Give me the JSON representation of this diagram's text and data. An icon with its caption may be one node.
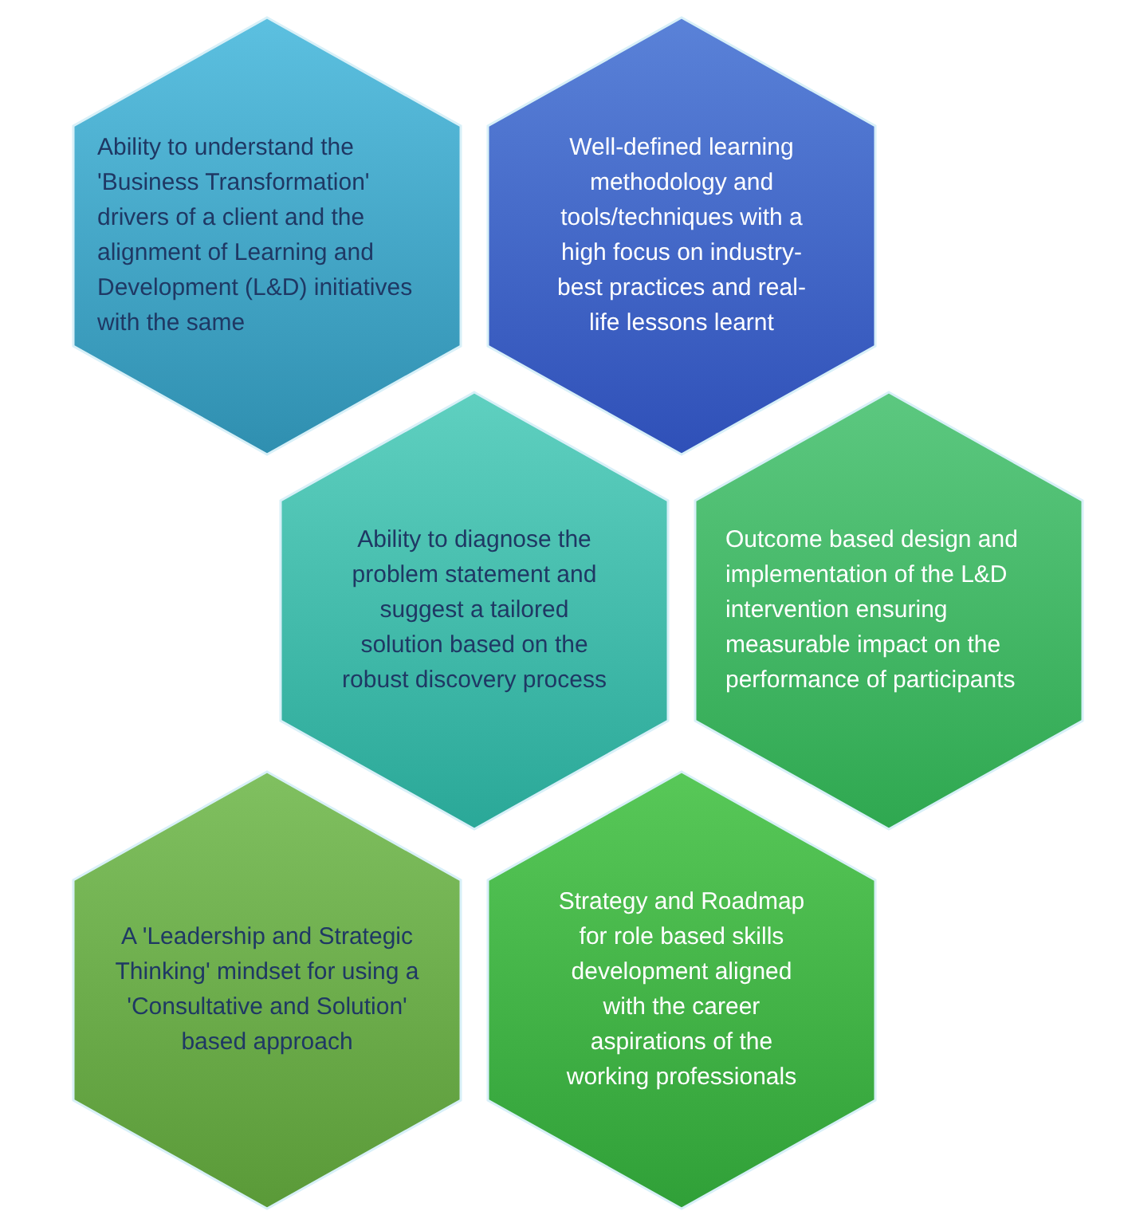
{
  "diagram": {
    "nodes": [
      {
        "text": [
          "Ability to understand the 'Business Transformation' drivers of a client and the alignment of Learning and Development (L&D) initiatives with the same"
        ]
      },
      {
        "text": [
          "Well-defined learning methodology and tools/techniques with a high focus on industry-best practices and real-life lessons learnt"
        ]
      },
      {
        "text": [
          "Ability to diagnose the problem statement and suggest a tailored solution based on the robust discovery process"
        ]
      },
      {
        "text": [
          "Outcome based design and implementation of the L&D intervention ensuring measurable impact on the performance of participants"
        ]
      },
      {
        "text": [
          "A 'Leadership and Strategic Thinking' mindset for using a 'Consultative and Solution' based approach"
        ]
      },
      {
        "text": [
          "Strategy and Roadmap for role based skills development aligned with the career aspirations of the working professionals"
        ]
      }
    ],
    "edges": []
  }
}
